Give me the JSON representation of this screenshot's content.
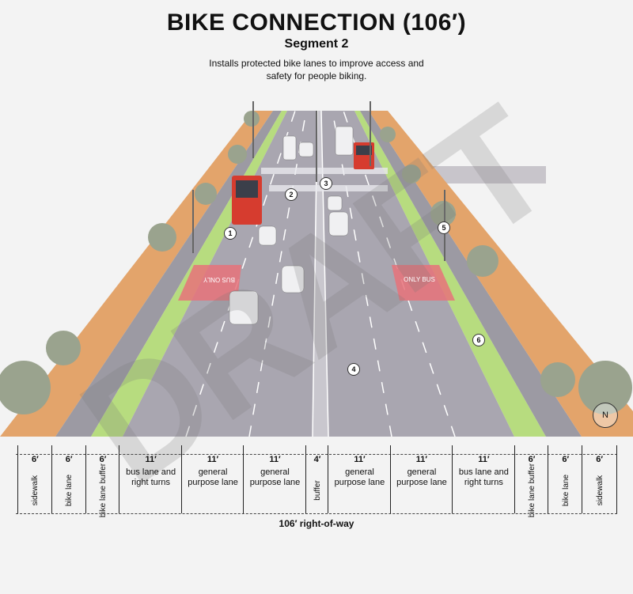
{
  "header": {
    "title": "BIKE CONNECTION (106′)",
    "subtitle": "Segment 2",
    "description": "Installs protected bike lanes to improve access and safety for people biking."
  },
  "watermark": "DRAFT",
  "pavement_text": {
    "left": "BUS ONLY",
    "right": "ONLY BUS"
  },
  "markers": [
    "1",
    "2",
    "3",
    "4",
    "5",
    "6"
  ],
  "compass": "N",
  "segments": [
    {
      "width": "6′",
      "label": "sidewalk",
      "rotated": true
    },
    {
      "width": "6′",
      "label": "bike lane",
      "rotated": true
    },
    {
      "width": "6′",
      "label": "bike lane buffer",
      "rotated": true
    },
    {
      "width": "11′",
      "label": "bus lane and right turns",
      "rotated": false
    },
    {
      "width": "11′",
      "label": "general purpose lane",
      "rotated": false
    },
    {
      "width": "11′",
      "label": "general purpose lane",
      "rotated": false
    },
    {
      "width": "4′",
      "label": "buffer",
      "rotated": true
    },
    {
      "width": "11′",
      "label": "general purpose lane",
      "rotated": false
    },
    {
      "width": "11′",
      "label": "general purpose lane",
      "rotated": false
    },
    {
      "width": "11′",
      "label": "bus lane and right turns",
      "rotated": false
    },
    {
      "width": "6′",
      "label": "bike lane buffer",
      "rotated": true
    },
    {
      "width": "6′",
      "label": "bike lane",
      "rotated": true
    },
    {
      "width": "6′",
      "label": "sidewalk",
      "rotated": true
    }
  ],
  "total_label": "106′ right-of-way",
  "colors": {
    "sidewalk": "#e3a46b",
    "bike_buffer": "#b7dc7f",
    "bike_lane": "#8d8b96",
    "road": "#a3a0ab",
    "bus_paint": "#e8727a",
    "tree": "#9aa38e"
  }
}
